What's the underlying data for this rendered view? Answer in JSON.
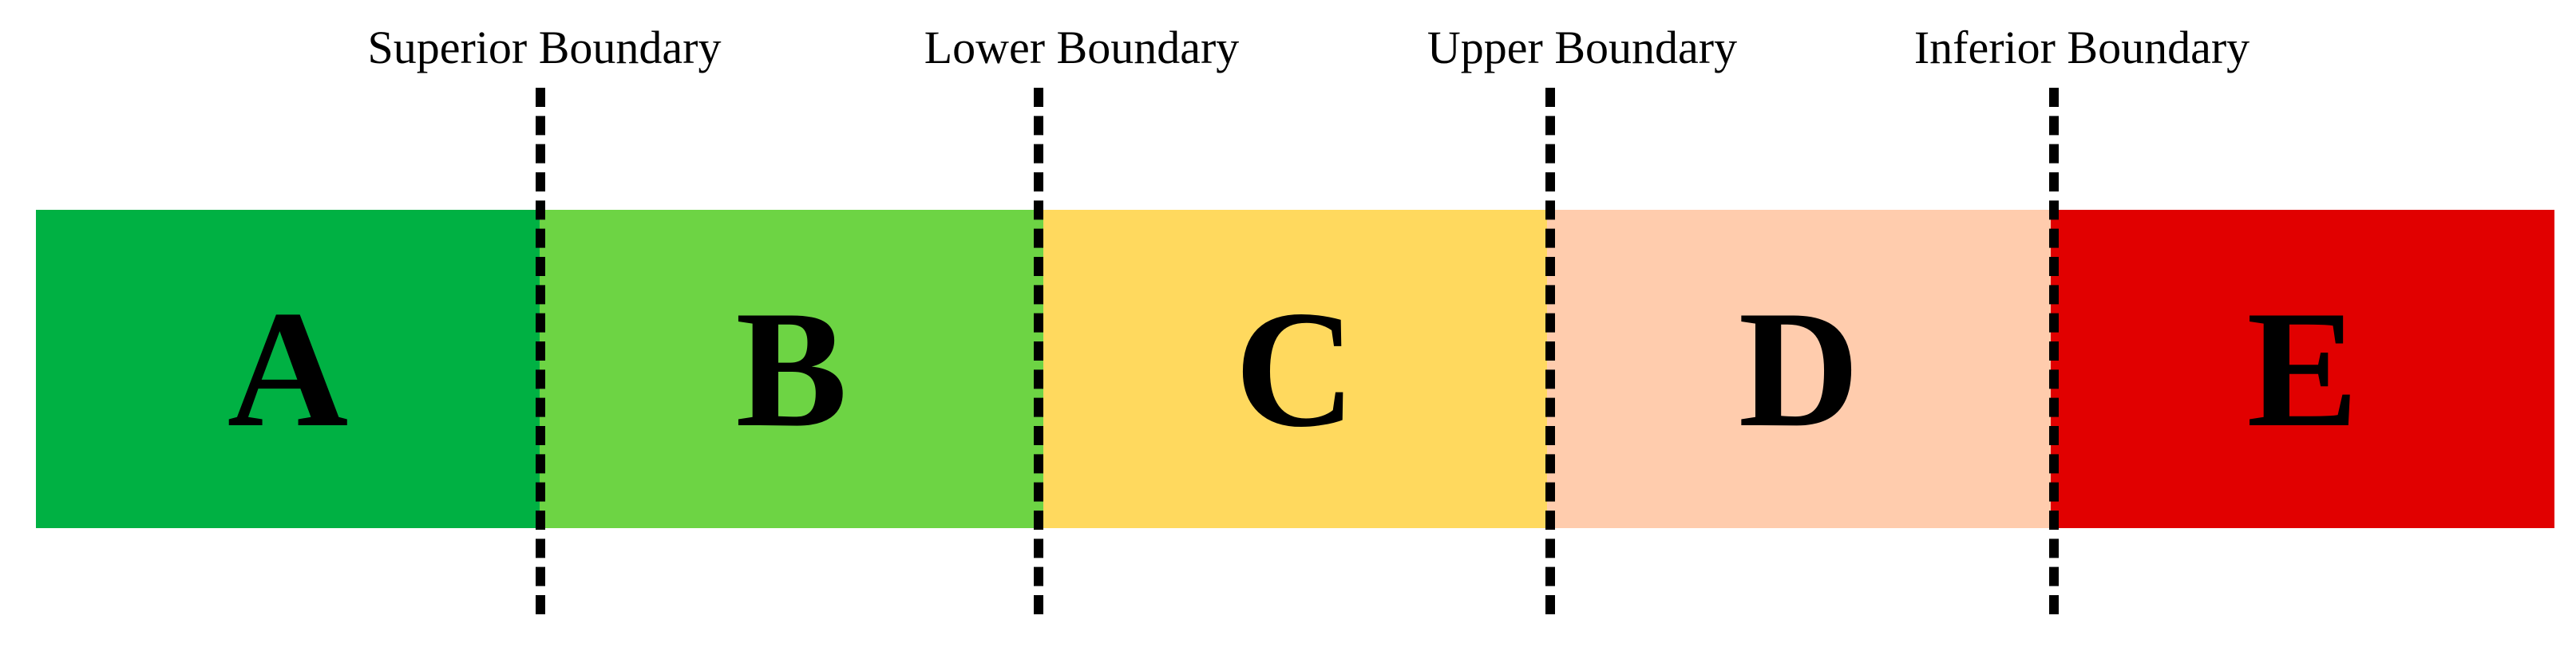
{
  "segments": [
    {
      "letter": "A",
      "color": "#00b143"
    },
    {
      "letter": "B",
      "color": "#6dd444"
    },
    {
      "letter": "C",
      "color": "#ffd95e"
    },
    {
      "letter": "D",
      "color": "#ffccad"
    },
    {
      "letter": "E",
      "color": "#e10000"
    }
  ],
  "boundaries": [
    {
      "label": "Superior Boundary"
    },
    {
      "label": "Lower Boundary"
    },
    {
      "label": "Upper Boundary"
    },
    {
      "label": "Inferior Boundary"
    }
  ]
}
